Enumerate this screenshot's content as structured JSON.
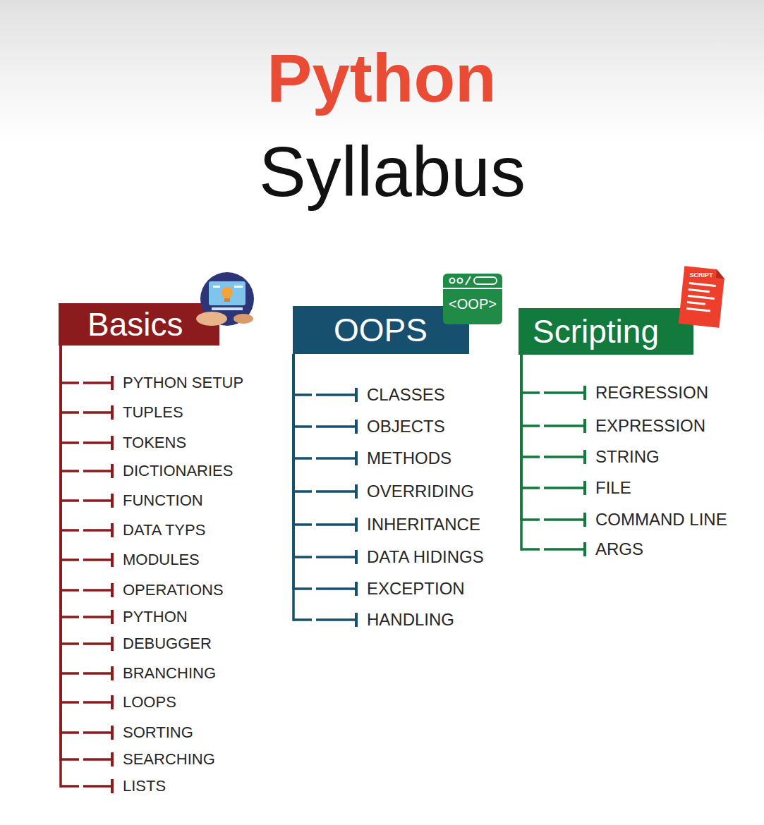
{
  "diagram": {
    "title": "Python",
    "nodes": [
      {
        "text": [
          "Basics"
        ]
      },
      {
        "text": [
          "PYTHON SETUP"
        ]
      },
      {
        "text": [
          "TUPLES"
        ]
      },
      {
        "text": [
          "TOKENS"
        ]
      },
      {
        "text": [
          "DICTIONARIES"
        ]
      },
      {
        "text": [
          "FUNCTION"
        ]
      },
      {
        "text": [
          "DATA TYPS"
        ]
      },
      {
        "text": [
          "MODULES"
        ]
      },
      {
        "text": [
          "OPERATIONS"
        ]
      },
      {
        "text": [
          "PYTHON"
        ]
      },
      {
        "text": [
          "DEBUGGER"
        ]
      },
      {
        "text": [
          "BRANCHING"
        ]
      },
      {
        "text": [
          "LOOPS"
        ]
      },
      {
        "text": [
          "SORTING"
        ]
      },
      {
        "text": [
          "SEARCHING"
        ]
      },
      {
        "text": [
          "LISTS"
        ]
      },
      {
        "text": [
          "OOPS"
        ]
      },
      {
        "text": [
          "CLASSES"
        ]
      },
      {
        "text": [
          "OBJECTS"
        ]
      },
      {
        "text": [
          "METHODS"
        ]
      },
      {
        "text": [
          "OVERRIDING"
        ]
      },
      {
        "text": [
          "INHERITANCE"
        ]
      },
      {
        "text": [
          "DATA HIDINGS"
        ]
      },
      {
        "text": [
          "EXCEPTION"
        ]
      },
      {
        "text": [
          "HANDLING"
        ]
      },
      {
        "text": [
          "Scripting"
        ]
      },
      {
        "text": [
          "REGRESSION"
        ]
      },
      {
        "text": [
          "EXPRESSION"
        ]
      },
      {
        "text": [
          "STRING"
        ]
      },
      {
        "text": [
          "FILE"
        ]
      },
      {
        "text": [
          "COMMAND LINE"
        ]
      },
      {
        "text": [
          "ARGS"
        ]
      }
    ],
    "edges": [
      {
        "from": 0,
        "to": 1,
        "arrow": "none"
      },
      {
        "from": 0,
        "to": 2,
        "arrow": "none"
      },
      {
        "from": 0,
        "to": 3,
        "arrow": "none"
      },
      {
        "from": 0,
        "to": 4,
        "arrow": "none"
      },
      {
        "from": 0,
        "to": 5,
        "arrow": "none"
      },
      {
        "from": 0,
        "to": 6,
        "arrow": "none"
      },
      {
        "from": 0,
        "to": 7,
        "arrow": "none"
      },
      {
        "from": 0,
        "to": 8,
        "arrow": "none"
      },
      {
        "from": 0,
        "to": 9,
        "arrow": "none"
      },
      {
        "from": 0,
        "to": 10,
        "arrow": "none"
      },
      {
        "from": 0,
        "to": 11,
        "arrow": "none"
      },
      {
        "from": 0,
        "to": 12,
        "arrow": "none"
      },
      {
        "from": 0,
        "to": 13,
        "arrow": "none"
      },
      {
        "from": 0,
        "to": 14,
        "arrow": "none"
      },
      {
        "from": 0,
        "to": 15,
        "arrow": "none"
      },
      {
        "from": 16,
        "to": 17,
        "arrow": "none"
      },
      {
        "from": 16,
        "to": 18,
        "arrow": "none"
      },
      {
        "from": 16,
        "to": 19,
        "arrow": "none"
      },
      {
        "from": 16,
        "to": 20,
        "arrow": "none"
      },
      {
        "from": 16,
        "to": 21,
        "arrow": "none"
      },
      {
        "from": 16,
        "to": 22,
        "arrow": "none"
      },
      {
        "from": 16,
        "to": 23,
        "arrow": "none"
      },
      {
        "from": 16,
        "to": 24,
        "arrow": "none"
      },
      {
        "from": 25,
        "to": 26,
        "arrow": "none"
      },
      {
        "from": 25,
        "to": 27,
        "arrow": "none"
      },
      {
        "from": 25,
        "to": 28,
        "arrow": "none"
      },
      {
        "from": 25,
        "to": 29,
        "arrow": "none"
      },
      {
        "from": 25,
        "to": 30,
        "arrow": "none"
      },
      {
        "from": 25,
        "to": 31,
        "arrow": "none"
      }
    ],
    "labels": [
      "Syllabus",
      "<OOP>",
      "SCRIPT"
    ]
  }
}
